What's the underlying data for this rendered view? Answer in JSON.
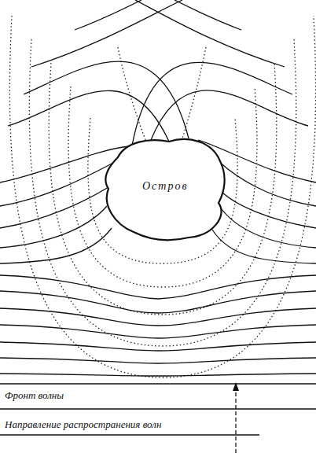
{
  "diagram": {
    "nodes": [
      {
        "text": [
          "Остров"
        ]
      }
    ],
    "labels": [
      "Фронт волны",
      "Направление распространения волн"
    ]
  }
}
